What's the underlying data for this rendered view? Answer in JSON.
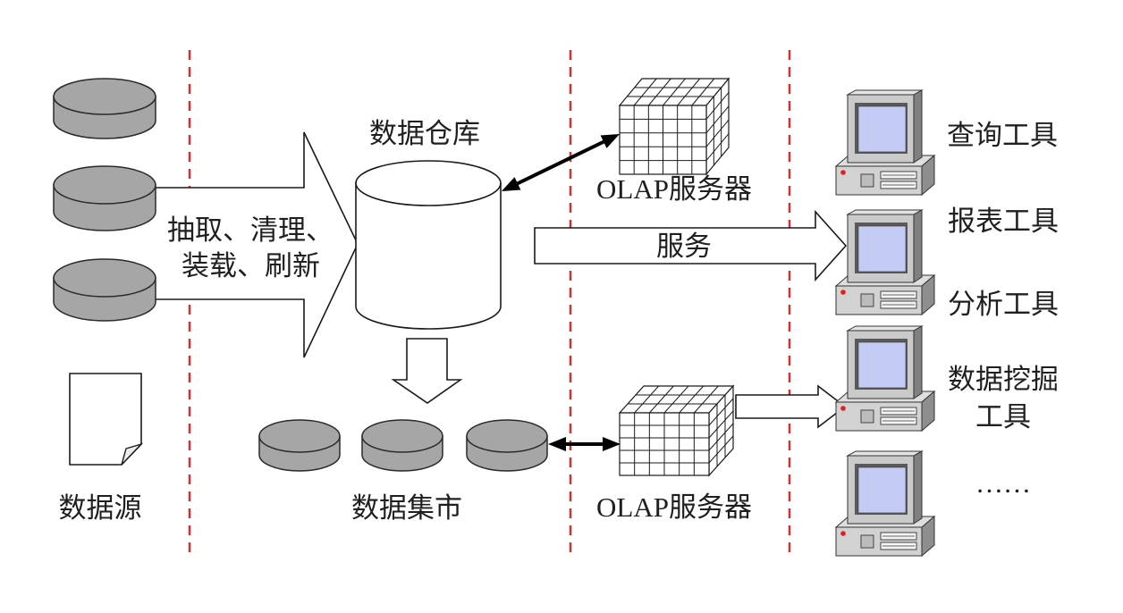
{
  "data_source": {
    "label": "数据源"
  },
  "etl": {
    "line1": "抽取、清理、",
    "line2": "装载、刷新"
  },
  "data_warehouse": {
    "label": "数据仓库"
  },
  "data_mart": {
    "label": "数据集市"
  },
  "olap_servers": [
    {
      "label": "OLAP服务器"
    },
    {
      "label": "OLAP服务器"
    }
  ],
  "service": {
    "label": "服务"
  },
  "tools": [
    {
      "label": "查询工具"
    },
    {
      "label": "报表工具"
    },
    {
      "label": "分析工具"
    },
    {
      "line1": "数据挖掘",
      "line2": "工具"
    },
    {
      "label": "……"
    }
  ],
  "icons": {
    "data_source": [
      "database-icon",
      "database-icon",
      "database-icon",
      "document-icon"
    ],
    "data_warehouse": "cylinder-database-icon",
    "data_mart": [
      "database-icon",
      "database-icon",
      "database-icon"
    ],
    "olap_server": "olap-cube-icon",
    "client": "computer-icon"
  },
  "colors": {
    "divider": "#d53030",
    "disk": "#a6a6a6",
    "screen": "#c4ccf6",
    "power_led": "#e02020"
  }
}
